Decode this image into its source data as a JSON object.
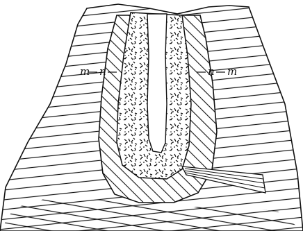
{
  "figure": {
    "labels": {
      "m_left": "m",
      "n_left": "n",
      "n_right": "n",
      "m_right": "m"
    }
  },
  "colors": {
    "ink": "#111111",
    "paper": "#ffffff"
  }
}
